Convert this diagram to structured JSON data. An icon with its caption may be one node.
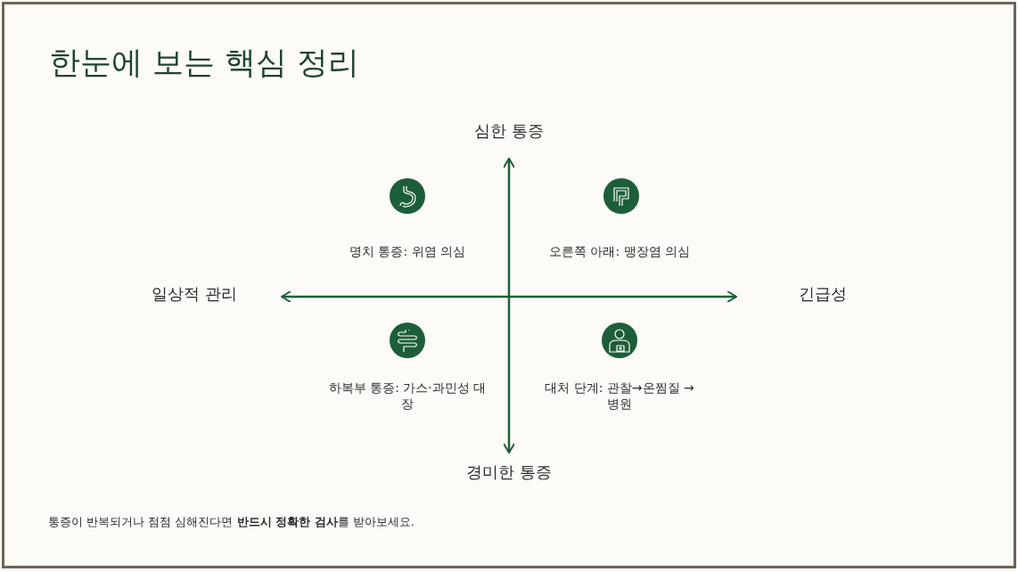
{
  "diagram": {
    "title": "한눈에 보는 핵심 정리",
    "labels": [
      "심한 통증",
      "명치 통증: 위염 의심",
      "오른쪽 아래: 맹장염 의심",
      "일상적 관리",
      "긴급성",
      "하복부 통증: 가스·과민성 대장",
      "대처 단계: 관찰→온찜질 →병원",
      "경미한 통증"
    ],
    "caption": "통증이 반복되거나 점점 심해진다면 **반드시 정확한 검사**를 받아보세요."
  }
}
